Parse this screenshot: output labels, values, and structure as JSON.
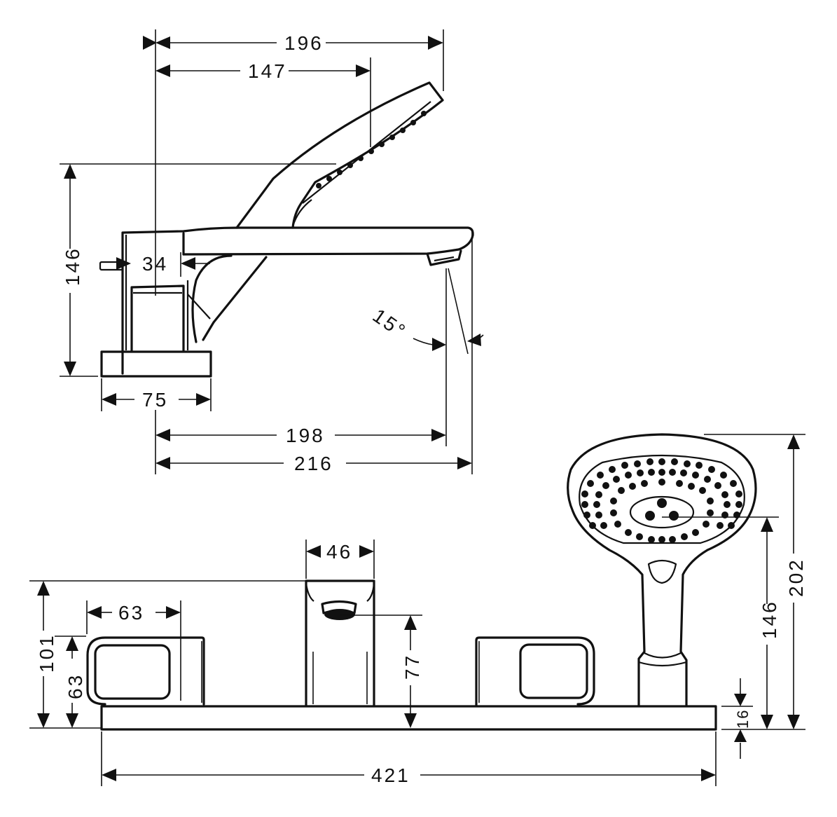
{
  "drawing": {
    "subject": "Three-hole bath mixer with hand shower",
    "views": [
      "side-view",
      "front-view"
    ]
  },
  "side_view": {
    "dimensions": {
      "overall_to_shower_tip": "196",
      "to_shower_face": "147",
      "height": "146",
      "handle_gap": "34",
      "base_width": "75",
      "spout_reach_to_outlet": "198",
      "spout_reach_total": "216",
      "outlet_angle": "15°"
    }
  },
  "front_view": {
    "dimensions": {
      "spout_width": "46",
      "handle_width": "63",
      "handle_height": "63",
      "spout_height": "101",
      "spout_outlet_height": "77",
      "plate_width": "421",
      "plate_thickness": "16",
      "shower_center_height": "146",
      "shower_total_height": "202"
    }
  }
}
